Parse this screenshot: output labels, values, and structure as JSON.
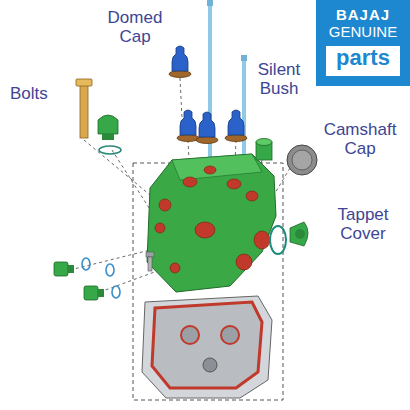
{
  "diagram": {
    "nodes": [
      {
        "text": [
          "BAJAJ",
          "GENUINE"
        ]
      },
      {
        "text": [
          "parts"
        ],
        "in": 0
      }
    ],
    "labels": [
      "Domed Cap",
      "Bolts",
      "Silent Bush",
      "Camshaft Cap",
      "Tappet Cover"
    ]
  }
}
